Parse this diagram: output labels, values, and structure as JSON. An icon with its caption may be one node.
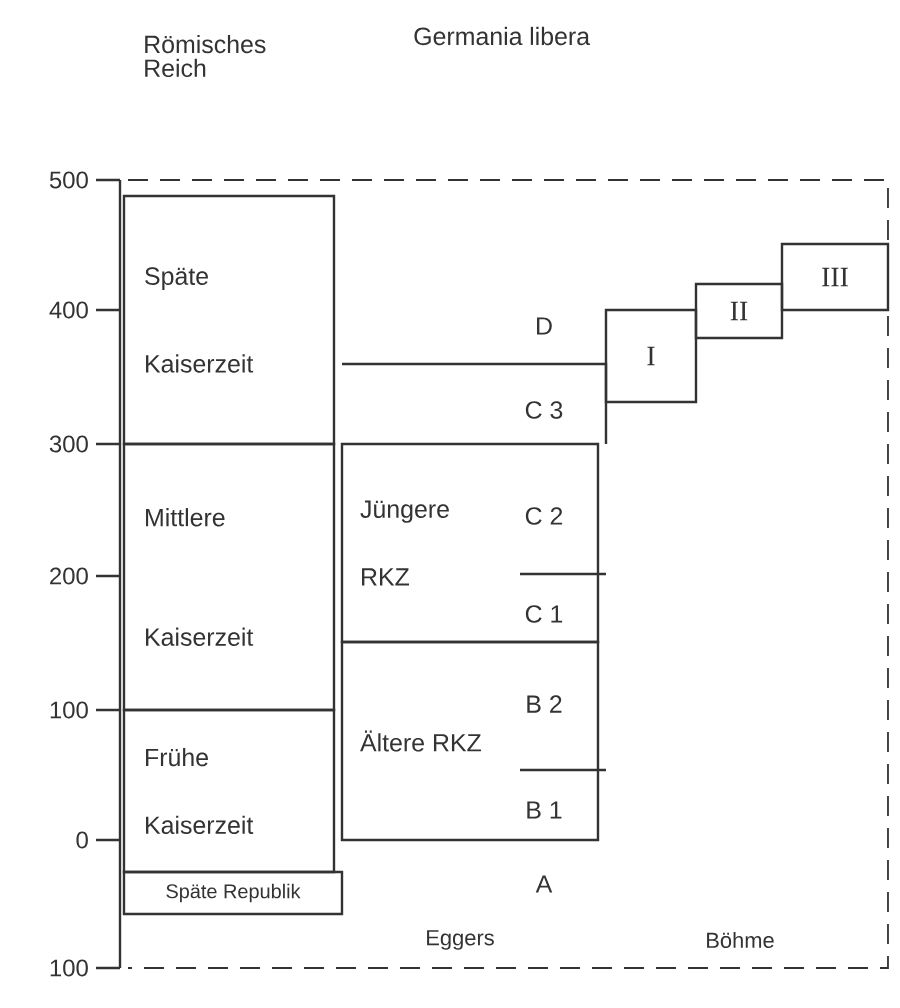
{
  "diagram": {
    "nodes": [
      {
        "text": [
          "Späte Kaiserzeit"
        ]
      },
      {
        "text": [
          "Mittlere Kaiserzeit"
        ]
      },
      {
        "text": [
          "Frühe Kaiserzeit"
        ]
      },
      {
        "text": [
          "Späte Republik"
        ]
      },
      {
        "text": [
          "Jüngere RKZ"
        ]
      },
      {
        "text": [
          "Ältere RKZ"
        ]
      },
      {
        "text": [
          "I"
        ]
      },
      {
        "text": [
          "II"
        ]
      },
      {
        "text": [
          "III"
        ]
      }
    ],
    "labels": [
      "Römisches Reich",
      "Germania libera",
      "500",
      "D",
      "400",
      "C 3",
      "300",
      "C 2",
      "200",
      "C 1",
      "100",
      "B 2",
      "B 1",
      "0",
      "A",
      "Eggers",
      "Böhme",
      "100"
    ]
  }
}
